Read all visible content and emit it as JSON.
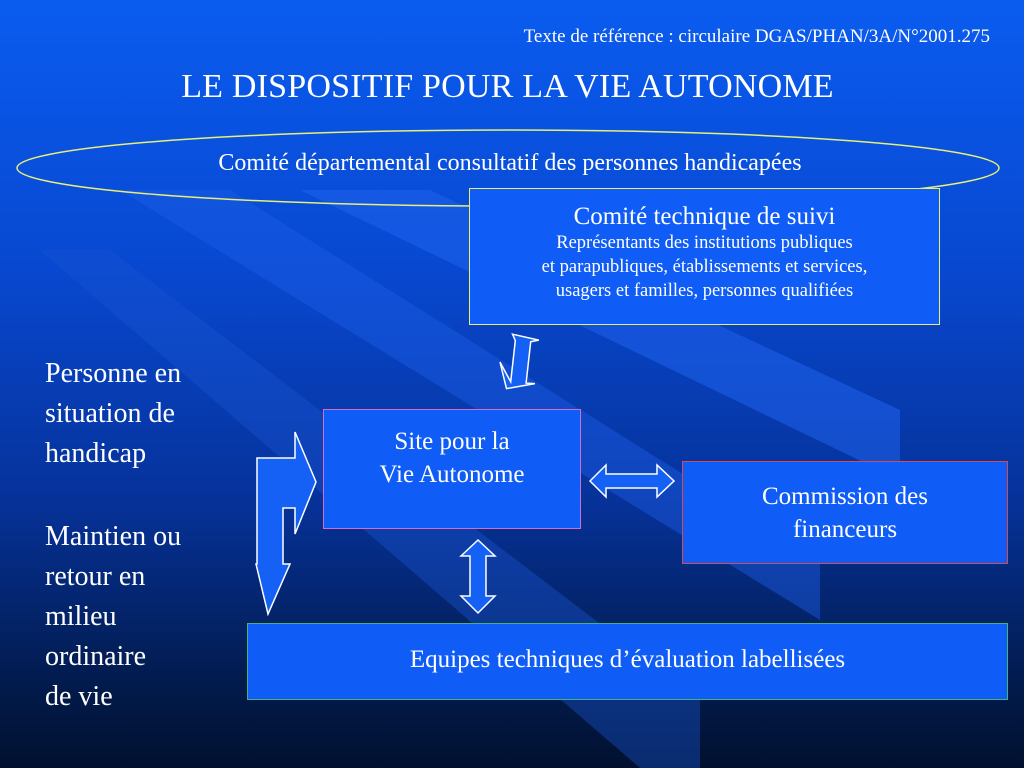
{
  "reference": "Texte de référence : circulaire DGAS/PHAN/3A/N°2001.275",
  "title": "LE DISPOSITIF POUR LA VIE AUTONOME",
  "cdcph": "Comité départemental consultatif des personnes handicapées",
  "comite_technique": {
    "heading": "Comité technique de suivi",
    "lines": [
      "Représentants des institutions publiques",
      "et parapubliques, établissements et services,",
      "usagers et familles, personnes qualifiées"
    ]
  },
  "site": {
    "lines": [
      "Site pour la",
      "Vie Autonome"
    ]
  },
  "commission": {
    "lines": [
      "Commission des",
      "financeurs"
    ]
  },
  "equipes": "Equipes techniques d’évaluation labellisées",
  "side_text": {
    "block1": [
      "Personne en",
      "situation de",
      "handicap"
    ],
    "block2": [
      "Maintien ou",
      "retour en",
      "milieu",
      "ordinaire",
      "de vie"
    ]
  },
  "colors": {
    "box_fill": "#0f5cf6",
    "comite_border": "#e6ef7a",
    "site_border": "#d26ec8",
    "commission_border": "#d94a4a",
    "equipes_border": "#49b07a",
    "arrow_fill": "#1560f5"
  }
}
